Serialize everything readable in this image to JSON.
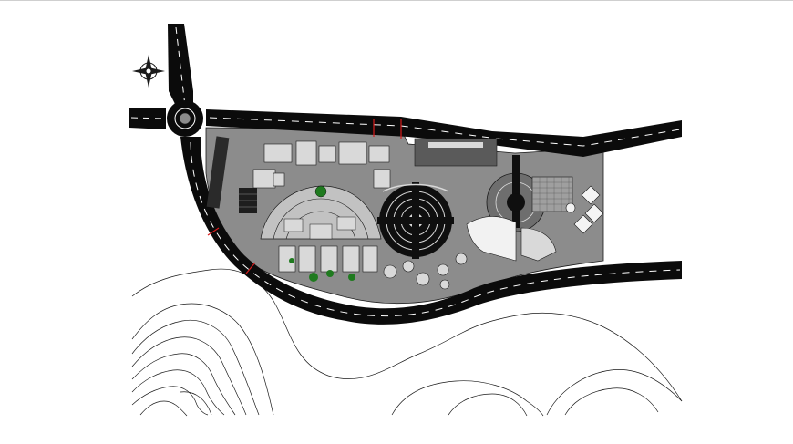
{
  "drawing": {
    "type": "cad-site-plan",
    "has_visible_text": false,
    "colors": {
      "background": "#ffffff",
      "road_asphalt": "#0b0b0b",
      "site_fill": "#8c8c8c",
      "building_fill": "#d9d9d9",
      "line_work": "#1a1a1a",
      "property_marker": "#d81c1c",
      "vegetation": "#1f7a1f"
    },
    "icons": {
      "north_arrow": "north-arrow-icon"
    },
    "layers": [
      "roads",
      "roundabout",
      "site-boundary",
      "buildings",
      "plazas",
      "parking",
      "contour-lines"
    ]
  }
}
